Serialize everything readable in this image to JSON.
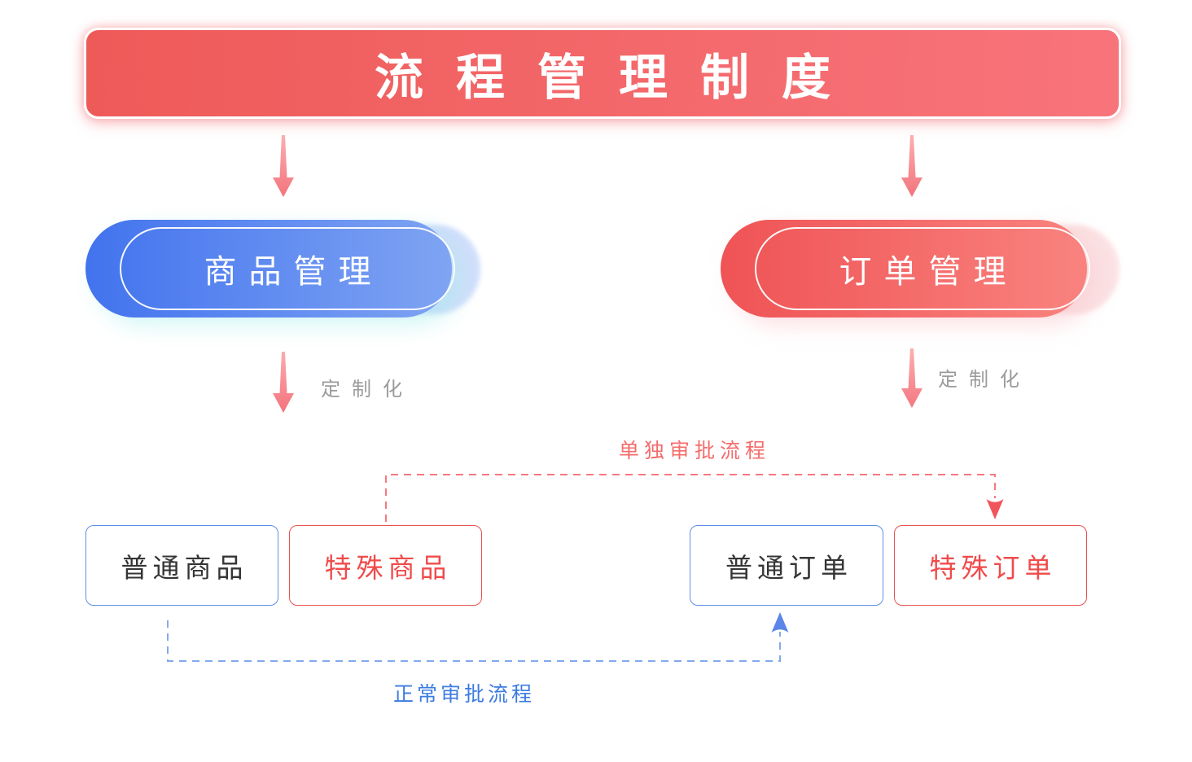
{
  "title": "流程管理制度",
  "branches": {
    "product": {
      "label": "商品管理",
      "sublabel": "定制化"
    },
    "order": {
      "label": "订单管理",
      "sublabel": "定制化"
    }
  },
  "nodes": {
    "normal_product": {
      "label": "普通商品"
    },
    "special_product": {
      "label": "特殊商品"
    },
    "normal_order": {
      "label": "普通订单"
    },
    "special_order": {
      "label": "特殊订单"
    }
  },
  "flows": {
    "separate_approval": {
      "label": "单独审批流程"
    },
    "normal_approval": {
      "label": "正常审批流程"
    }
  },
  "colors": {
    "banner_gradient_start": "#EE5A58",
    "banner_gradient_end": "#F8747B",
    "blue_pill_gradient_start": "#4273EE",
    "blue_pill_gradient_end": "#7FA4F3",
    "red_pill_gradient_start": "#EF5355",
    "red_pill_gradient_end": "#F9837F",
    "pink_arrow": "#F5868D",
    "separate_flow_red": "#F6797F",
    "normal_flow_blue": "#82A9EC",
    "blue_node_border": "#5E8FE8",
    "red_node_border": "#E85252",
    "gray_sublabel": "#9B9B9B"
  }
}
